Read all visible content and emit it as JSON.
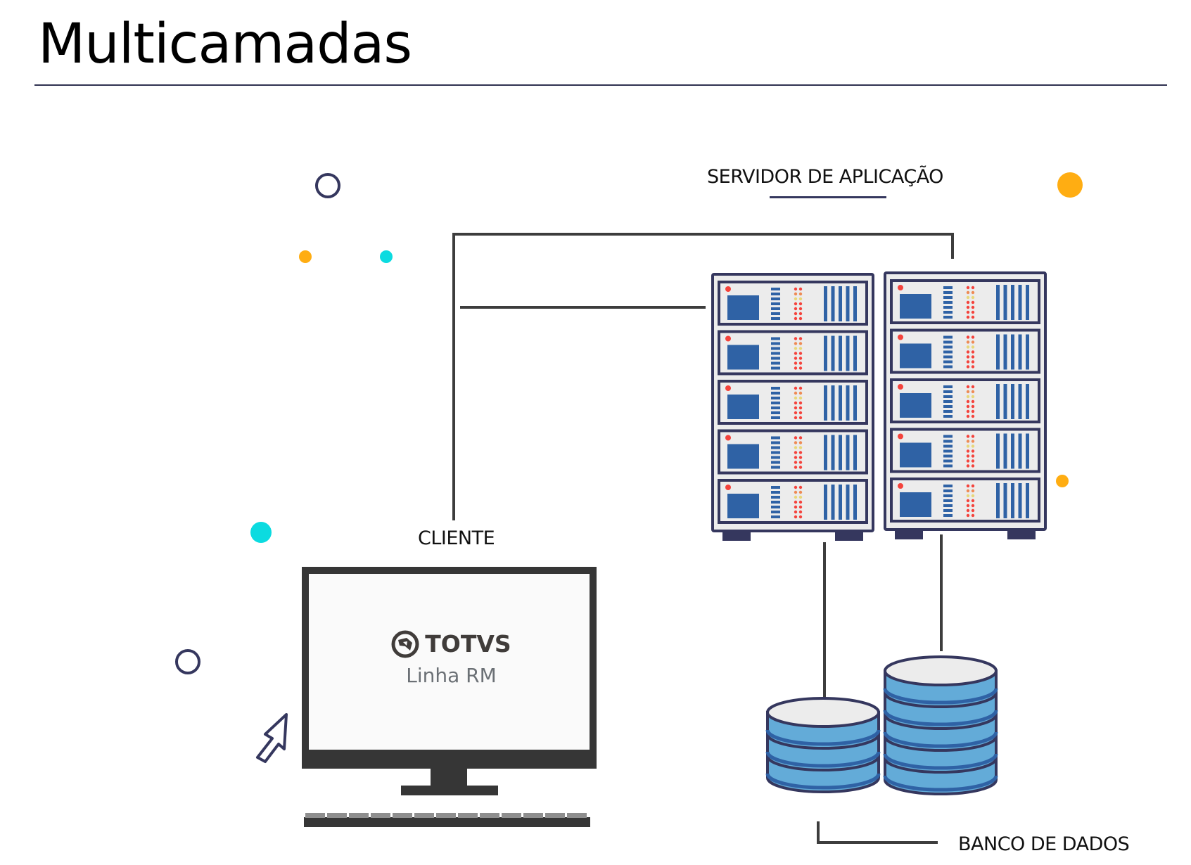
{
  "title": "Multicamadas",
  "labels": {
    "server": "SERVIDOR DE APLICAÇÃO",
    "client": "CLIENTE",
    "database": "BANCO DE DADOS"
  },
  "client_screen": {
    "brand": "TOTVS",
    "brand_icon": "totvs-logo-icon",
    "product": "Linha RM"
  },
  "colors": {
    "outline_navy": "#35375e",
    "connector": "#3d3d3d",
    "server_blue": "#2f62a5",
    "server_panel": "#ececec",
    "led_red": "#f4433c",
    "led_orange": "#ee8a55",
    "led_yellow": "#e8d77a",
    "db_blue_light": "#63abd8",
    "db_blue_dark": "#2f62a5",
    "accent_orange": "#ffad12",
    "accent_cyan": "#0cdbe0",
    "monitor_dark": "#363636",
    "screen_bg": "#fafafa"
  },
  "server_racks": [
    {
      "name": "rack-1",
      "units": 5
    },
    {
      "name": "rack-2",
      "units": 5
    }
  ],
  "databases": [
    {
      "name": "db-small",
      "layers": 3
    },
    {
      "name": "db-tall",
      "layers": 5
    }
  ],
  "decorations": [
    "ring",
    "ring",
    "dot-orange",
    "dot-cyan",
    "dot-cyan-large",
    "dot-orange-large",
    "dot-orange-small",
    "cursor-arrow"
  ]
}
